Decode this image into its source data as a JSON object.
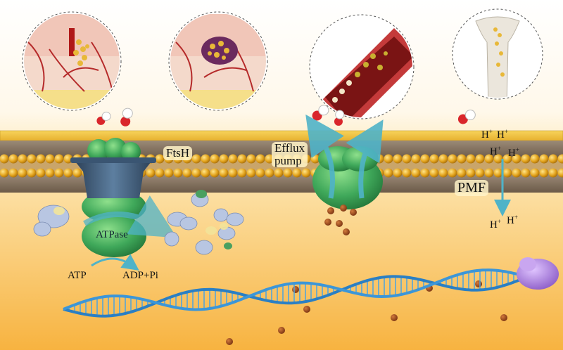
{
  "labels": {
    "ftsh": "FtsH",
    "efflux_line1": "Efflux",
    "efflux_line2": "pump",
    "pmf": "PMF",
    "atpase": "ATPase",
    "atp": "ATP",
    "adp": "ADP+Pi",
    "proton": "H",
    "proton_charge": "+"
  },
  "colors": {
    "background_top": "#ffffff",
    "background_bottom": "#f5a623",
    "membrane_yellow": "#f0c23a",
    "lipid_head": "#e0a21c",
    "protein_green": "#3fa85a",
    "channel_dark": "#3d5a78",
    "arrow_teal": "#4fb3c8",
    "dna_blue": "#2a7fc4",
    "pill_red": "#d9262b",
    "particle_brown": "#9c4a1e",
    "purple_protein": "#a779d6"
  },
  "icons": {
    "capsules": "pill-capsule-icon",
    "tissue_insets": "tissue-illustration"
  }
}
